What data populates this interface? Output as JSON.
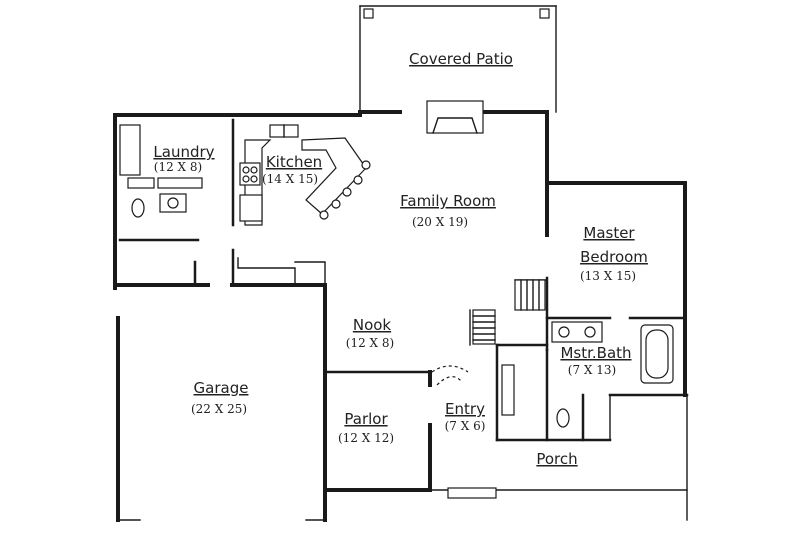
{
  "rooms": [
    {
      "id": "covered-patio",
      "name": "Covered Patio"
    },
    {
      "id": "laundry",
      "name": "Laundry",
      "size": "(12 X 8)"
    },
    {
      "id": "kitchen",
      "name": "Kitchen",
      "size": "(14 X 15)"
    },
    {
      "id": "family-room",
      "name": "Family Room",
      "size": "(20 X 19)"
    },
    {
      "id": "master-bedroom",
      "name": "Master",
      "name2": "Bedroom",
      "size": "(13 X 15)"
    },
    {
      "id": "nook",
      "name": "Nook",
      "size": "(12 X 8)"
    },
    {
      "id": "garage",
      "name": "Garage",
      "size": "(22 X 25)"
    },
    {
      "id": "mstr-bath",
      "name": "Mstr.Bath",
      "size": "(7 X 13)"
    },
    {
      "id": "parlor",
      "name": "Parlor",
      "size": "(12 X 12)"
    },
    {
      "id": "entry",
      "name": "Entry",
      "size": "(7 X 6)"
    },
    {
      "id": "porch",
      "name": "Porch"
    }
  ]
}
